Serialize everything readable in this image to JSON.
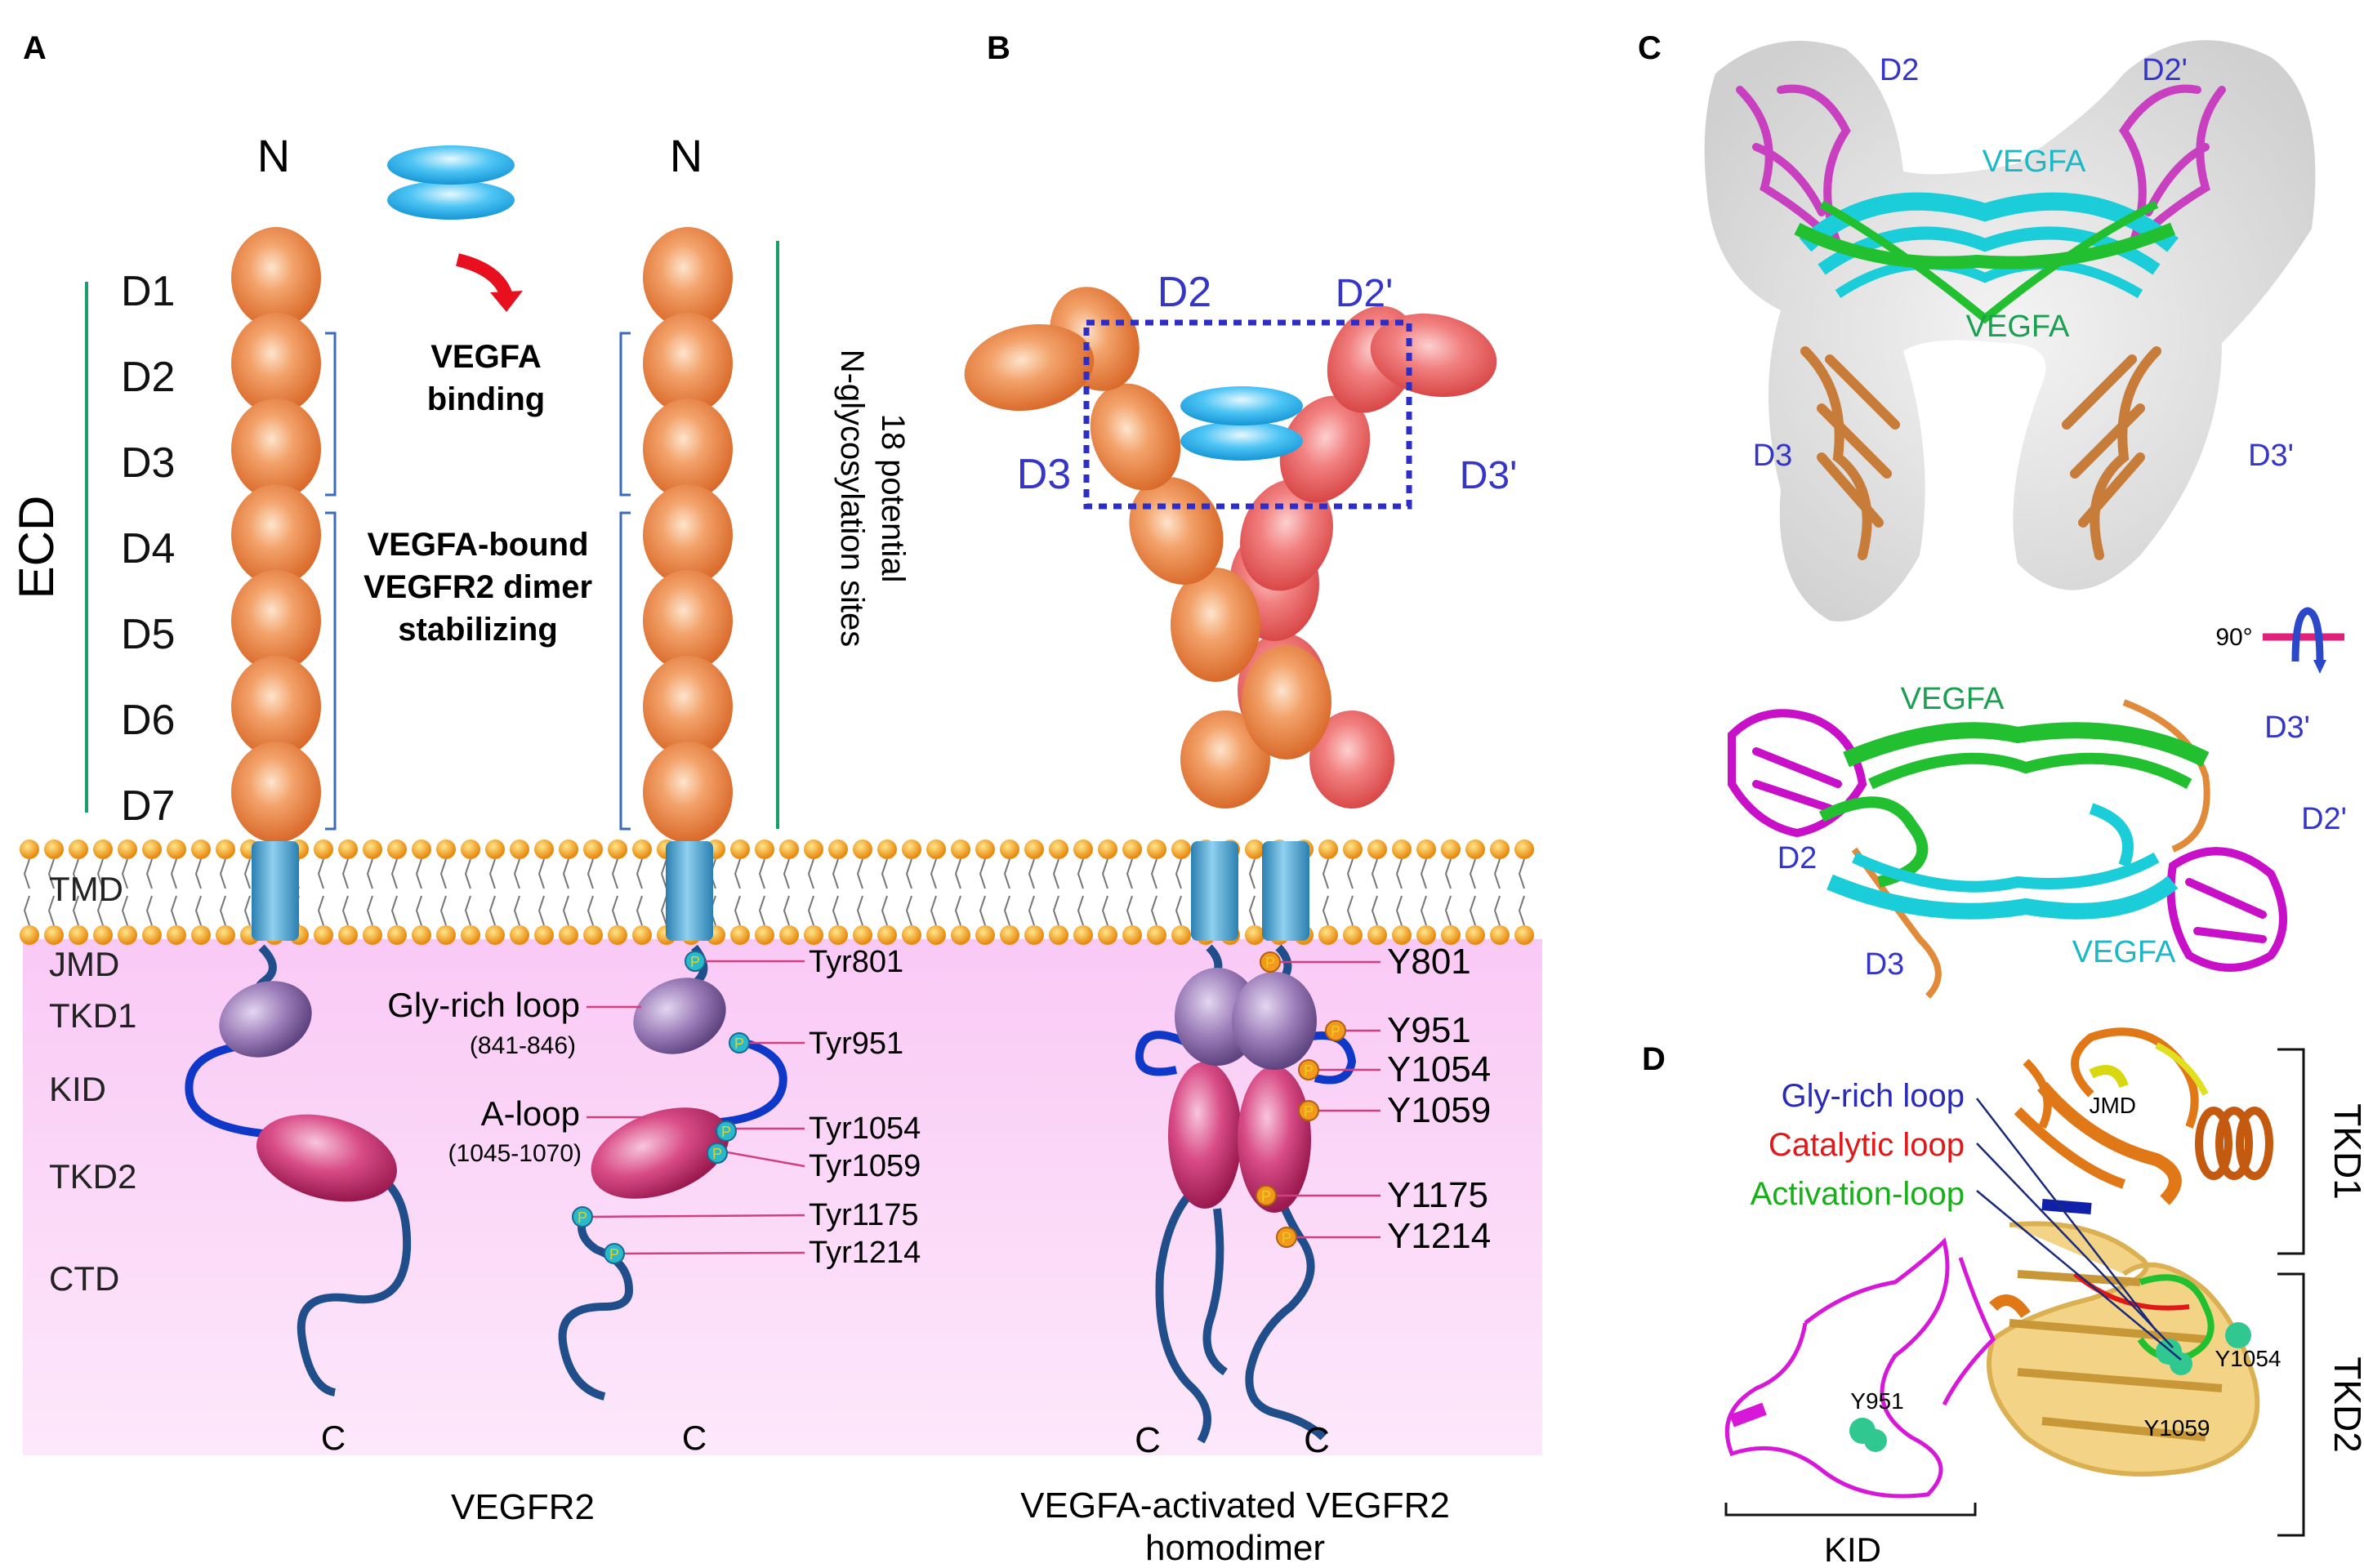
{
  "panels": {
    "a": "A",
    "b": "B",
    "c": "C",
    "d": "D"
  },
  "panel_a": {
    "n_left": "N",
    "n_right": "N",
    "ecd": "ECD",
    "domains": [
      "D1",
      "D2",
      "D3",
      "D4",
      "D5",
      "D6",
      "D7"
    ],
    "vegfa_binding_1": "VEGFA",
    "vegfa_binding_2": "binding",
    "dimer_1": "VEGFA-bound",
    "dimer_2": "VEGFR2 dimer",
    "dimer_3": "stabilizing",
    "glyco_1": "18 potential",
    "glyco_2": "N-glycosylation sites",
    "regions": [
      "TMD",
      "JMD",
      "TKD1",
      "KID",
      "TKD2",
      "CTD"
    ],
    "gly_rich_loop": "Gly-rich loop",
    "gly_rich_range": "(841-846)",
    "a_loop": "A-loop",
    "a_loop_range": "(1045-1070)",
    "tyrosines": [
      "Tyr801",
      "Tyr951",
      "Tyr1054",
      "Tyr1059",
      "Tyr1175",
      "Tyr1214"
    ],
    "c_left": "C",
    "c_right": "C",
    "caption": "VEGFR2",
    "p": "P"
  },
  "panel_b": {
    "d2": "D2",
    "d2p": "D2'",
    "d3": "D3",
    "d3p": "D3'",
    "tyrosines": [
      "Y801",
      "Y951",
      "Y1054",
      "Y1059",
      "Y1175",
      "Y1214"
    ],
    "c_left": "C",
    "c_right": "C",
    "caption_1": "VEGFA-activated VEGFR2",
    "caption_2": "homodimer"
  },
  "panel_c": {
    "top": {
      "d2": "D2",
      "d2p": "D2'",
      "vegfa_1": "VEGFA",
      "vegfa_2": "VEGFA",
      "d3": "D3",
      "d3p": "D3'"
    },
    "rotation": "90°",
    "bottom": {
      "vegfa_1": "VEGFA",
      "d3p": "D3'",
      "d2p": "D2'",
      "d2": "D2",
      "d3": "D3",
      "vegfa_2": "VEGFA"
    }
  },
  "panel_d": {
    "jmd": "JMD",
    "gly_rich_loop": "Gly-rich loop",
    "catalytic_loop": "Catalytic loop",
    "activation_loop": "Activation-loop",
    "tkd1": "TKD1",
    "tkd2": "TKD2",
    "y951": "Y951",
    "y1054": "Y1054",
    "y1059": "Y1059",
    "kid": "KID"
  },
  "colors": {
    "domain_orange": "#e8813c",
    "domain_red": "#e85a5a",
    "vegfa_cyan": "#35b6ee",
    "tkd_purple": "#8a6aa8",
    "tkd2_magenta": "#c8306e",
    "membrane_bead": "#f2a21a",
    "cytoplasm": "#fbd5f7",
    "linker_blue": "#1a3aa8",
    "label_blue": "#3535c8",
    "phos_cyan": "#29b8cc",
    "phos_orange": "#f39a1e"
  }
}
